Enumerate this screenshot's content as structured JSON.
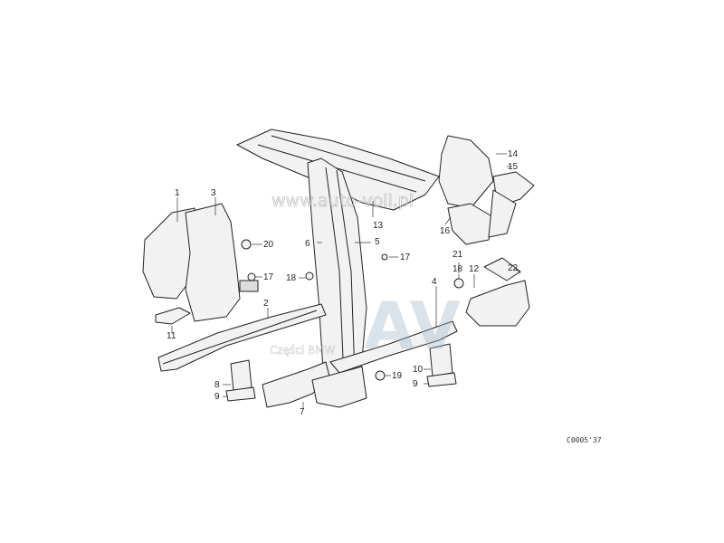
{
  "watermark": {
    "url": "www.auto-voll.pl",
    "logo": "AV",
    "tagline": "Części BMW"
  },
  "diagram_code": "C0005'37",
  "callouts": [
    {
      "id": "c1",
      "label": "1"
    },
    {
      "id": "c3",
      "label": "3"
    },
    {
      "id": "c20",
      "label": "20"
    },
    {
      "id": "c17a",
      "label": "17"
    },
    {
      "id": "c11",
      "label": "11"
    },
    {
      "id": "c2",
      "label": "2"
    },
    {
      "id": "c8",
      "label": "8"
    },
    {
      "id": "c9a",
      "label": "9"
    },
    {
      "id": "c6",
      "label": "6"
    },
    {
      "id": "c5",
      "label": "5"
    },
    {
      "id": "c13",
      "label": "13"
    },
    {
      "id": "c18a",
      "label": "18"
    },
    {
      "id": "c17b",
      "label": "17"
    },
    {
      "id": "c4",
      "label": "4"
    },
    {
      "id": "c7",
      "label": "7"
    },
    {
      "id": "c19",
      "label": "19"
    },
    {
      "id": "c10",
      "label": "10"
    },
    {
      "id": "c9b",
      "label": "9"
    },
    {
      "id": "c14",
      "label": "14"
    },
    {
      "id": "c15",
      "label": "15"
    },
    {
      "id": "c16",
      "label": "16"
    },
    {
      "id": "c21",
      "label": "21"
    },
    {
      "id": "c18b",
      "label": "18"
    },
    {
      "id": "c12",
      "label": "12"
    },
    {
      "id": "c22",
      "label": "22"
    }
  ]
}
